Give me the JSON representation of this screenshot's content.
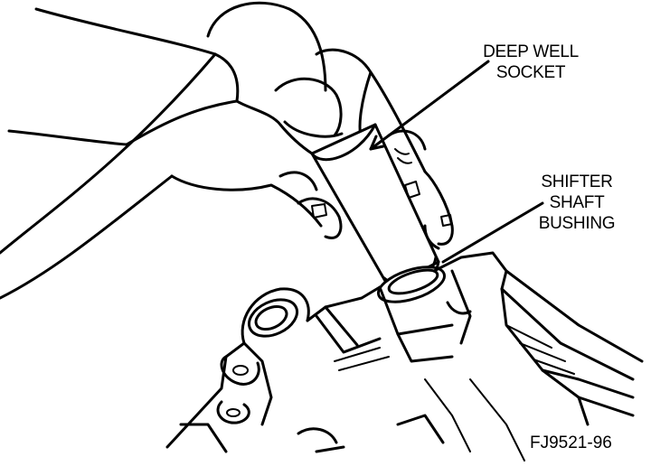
{
  "labels": {
    "deep_well_socket": [
      "DEEP WELL",
      "SOCKET"
    ],
    "shifter_shaft_bushing": [
      "SHIFTER",
      "SHAFT",
      "BUSHING"
    ]
  },
  "figure_id": "FJ9521-96"
}
